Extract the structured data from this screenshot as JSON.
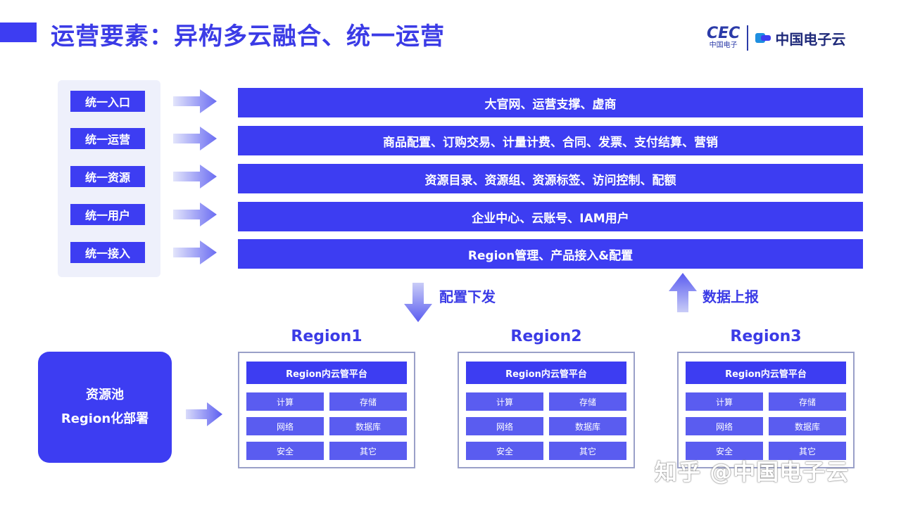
{
  "title": "运营要素：异构多云融合、统一运营",
  "logo": {
    "cec": "CEC",
    "cec_sub": "中国电子",
    "brand": "中国电子云"
  },
  "left_tags": [
    "统一入口",
    "统一运营",
    "统一资源",
    "统一用户",
    "统一接入"
  ],
  "bands": [
    "大官网、运营支撑、虚商",
    "商品配置、订购交易、计量计费、合同、发票、支付结算、营销",
    "资源目录、资源组、资源标签、访问控制、配额",
    "企业中心、云账号、IAM用户",
    "Region管理、产品接入&配置"
  ],
  "flow": {
    "down_label": "配置下发",
    "up_label": "数据上报"
  },
  "pool": {
    "line1": "资源池",
    "line2": "Region化部署"
  },
  "regions": [
    {
      "name": "Region1",
      "head": "Region内云管平台",
      "cells": [
        "计算",
        "存储",
        "网络",
        "数据库",
        "安全",
        "其它"
      ]
    },
    {
      "name": "Region2",
      "head": "Region内云管平台",
      "cells": [
        "计算",
        "存储",
        "网络",
        "数据库",
        "安全",
        "其它"
      ]
    },
    {
      "name": "Region3",
      "head": "Region内云管平台",
      "cells": [
        "计算",
        "存储",
        "网络",
        "数据库",
        "安全",
        "其它"
      ]
    }
  ],
  "watermark": "知乎 @中国电子云",
  "colors": {
    "primary": "#3d3df2",
    "title": "#3b3be6",
    "panel": "#eef0fb",
    "cell": "#5a5cf0"
  }
}
